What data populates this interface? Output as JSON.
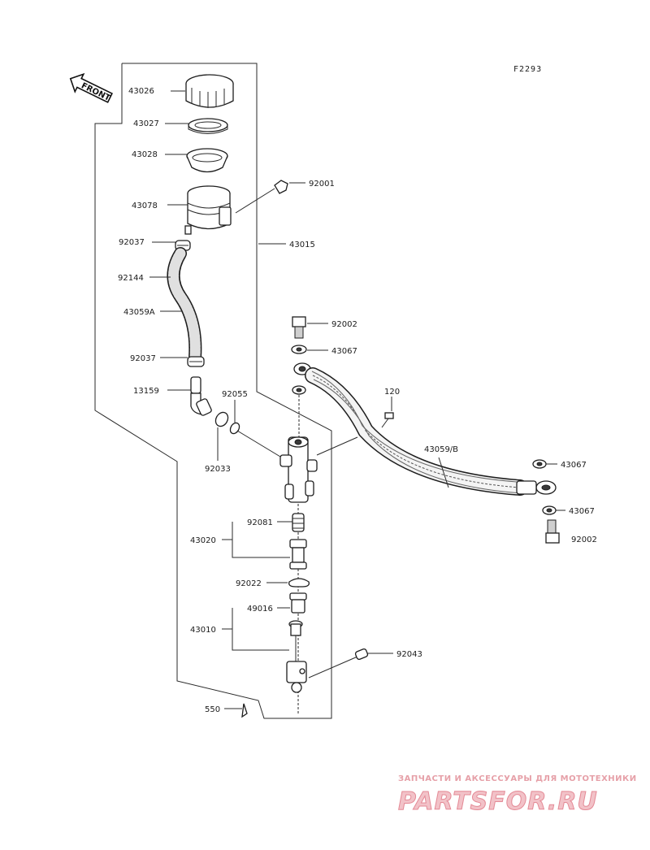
{
  "figure_code": "F2293",
  "front_label": "FRONT",
  "labels": {
    "p43026": "43026",
    "p43027": "43027",
    "p43028": "43028",
    "p43078": "43078",
    "p92001": "92001",
    "p92037a": "92037",
    "p43015": "43015",
    "p92144": "92144",
    "p43059a": "43059A",
    "p92002a": "92002",
    "p43067a": "43067",
    "p92037b": "92037",
    "p120": "120",
    "p13159": "13159",
    "p92055": "92055",
    "p43059b": "43059/B",
    "p92033": "92033",
    "p43067b": "43067",
    "p43067c": "43067",
    "p92081": "92081",
    "p43020": "43020",
    "p92002b": "92002",
    "p92022": "92022",
    "p49016": "49016",
    "p43010": "43010",
    "p92043": "92043",
    "p550": "550"
  },
  "watermark": {
    "tagline": "ЗАПЧАСТИ И АКСЕССУАРЫ ДЛЯ МОТОТЕХНИКИ",
    "brand": "PARTSFOR.RU"
  }
}
